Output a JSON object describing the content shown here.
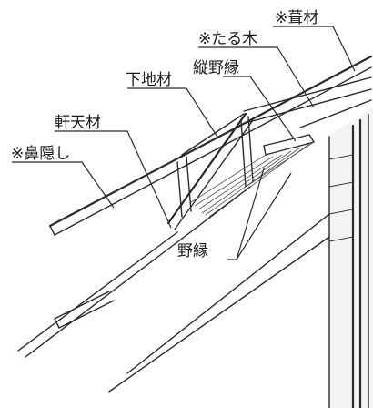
{
  "labels": {
    "roofing": "※葺材",
    "rafter": "※たる木",
    "vertical_nobuchi": "縦野縁",
    "base_material": "下地材",
    "soffit_material": "軒天材",
    "fascia": "※鼻隠し",
    "nobuchi": "野縁"
  }
}
